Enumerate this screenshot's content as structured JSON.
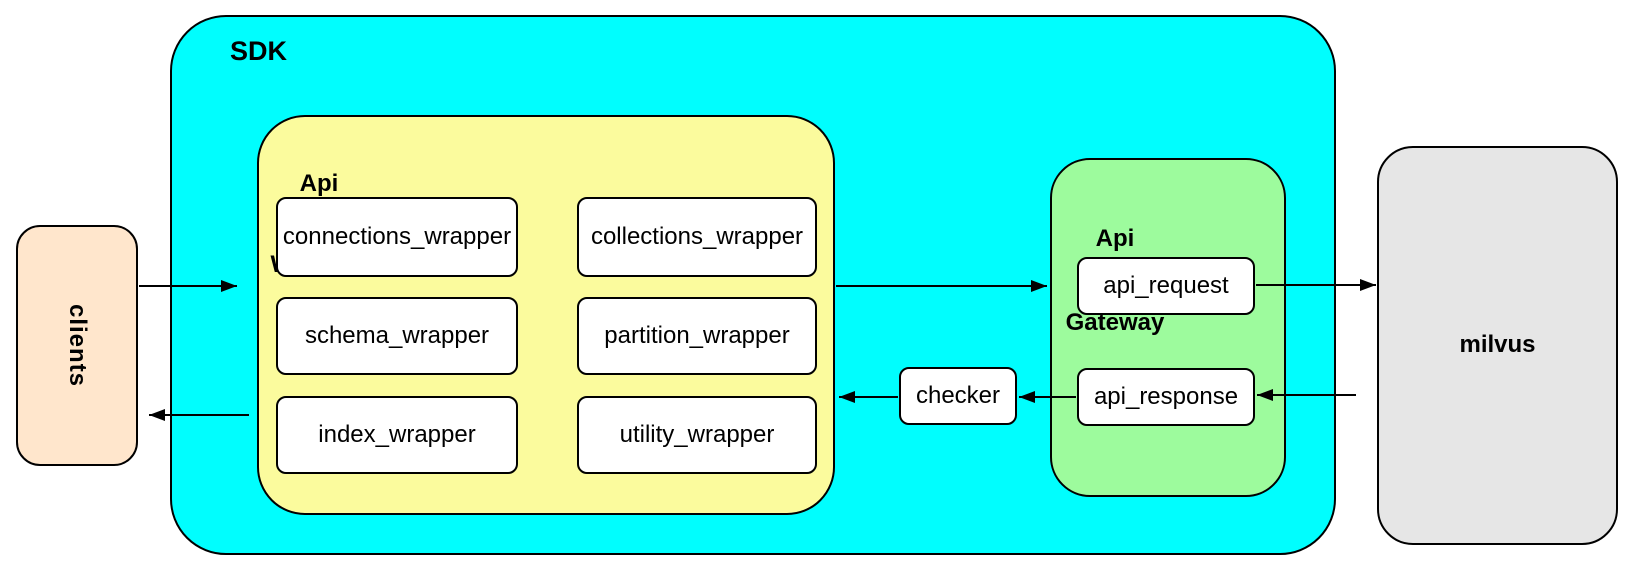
{
  "diagram": {
    "nodes": {
      "clients": "clients",
      "sdk": "SDK",
      "api_wrapper": {
        "line1": "Api",
        "line2": "Wrapper"
      },
      "wrapper_boxes": [
        "connections_wrapper",
        "collections_wrapper",
        "schema_wrapper",
        "partition_wrapper",
        "index_wrapper",
        "utility_wrapper"
      ],
      "checker": "checker",
      "api_gateway": {
        "line1": "Api",
        "line2": "Gateway"
      },
      "api_request": "api_request",
      "api_response": "api_response",
      "milvus": "milvus"
    },
    "edges": [
      {
        "from": "clients",
        "to": "SDK"
      },
      {
        "from": "Api Wrapper",
        "to": "Api Gateway"
      },
      {
        "from": "api_request",
        "to": "milvus"
      },
      {
        "from": "milvus",
        "to": "api_response"
      },
      {
        "from": "api_response",
        "to": "checker"
      },
      {
        "from": "checker",
        "to": "Api Wrapper"
      },
      {
        "from": "SDK",
        "to": "clients"
      }
    ],
    "colors": {
      "sdk_fill": "#00FEFE",
      "api_wrapper_fill": "#FBFB9D",
      "api_gateway_fill": "#9DFB9D",
      "clients_fill": "#FFE6CC",
      "milvus_fill": "#E6E6E6",
      "box_fill": "#FFFFFF",
      "border": "#000000"
    }
  }
}
